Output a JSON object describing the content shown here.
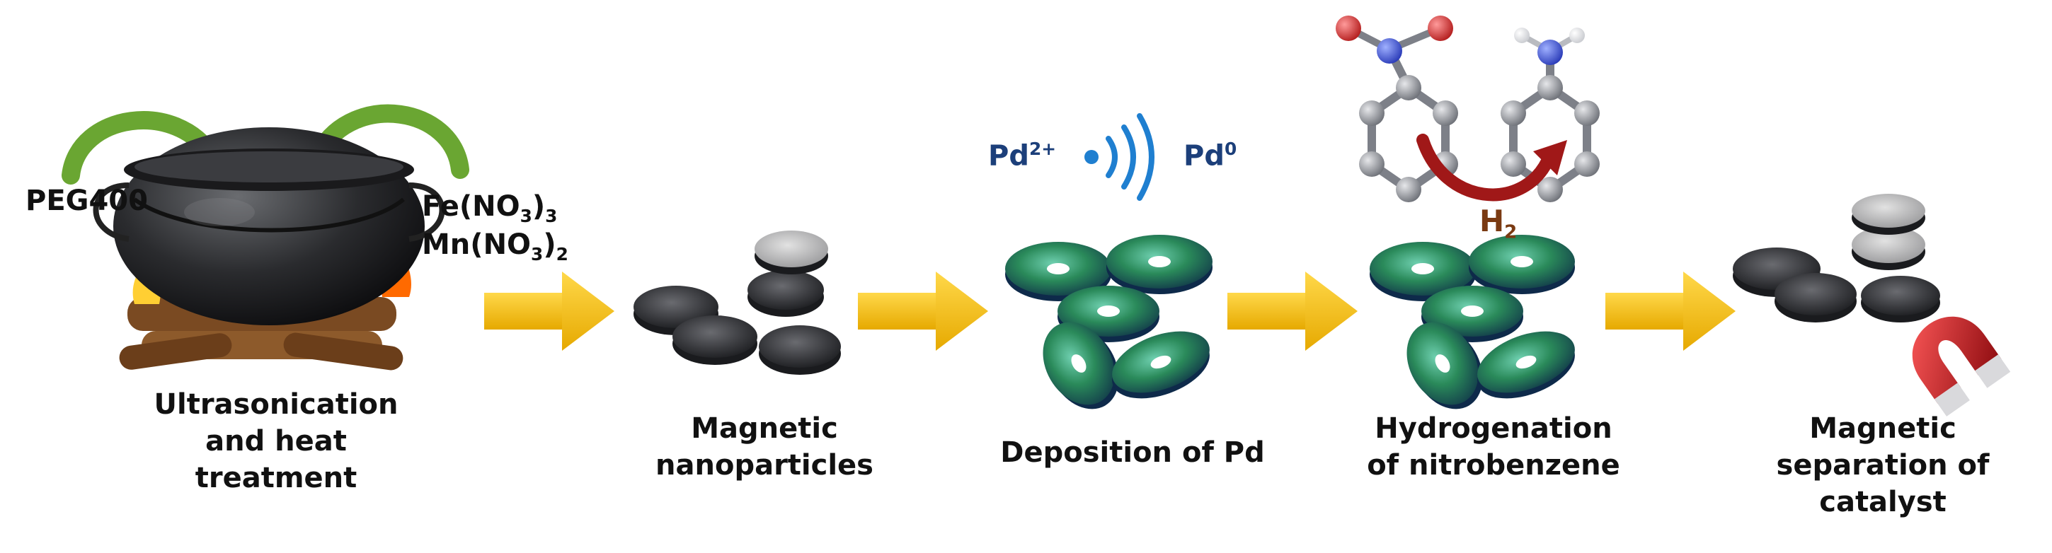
{
  "steps": [
    {
      "lines": [
        "Ultrasonication",
        "and heat",
        "treatment"
      ]
    },
    {
      "lines": [
        "Magnetic",
        "nanoparticles"
      ]
    },
    {
      "lines": [
        "Deposition of Pd"
      ]
    },
    {
      "lines": [
        "Hydrogenation",
        "of nitrobenzene"
      ]
    },
    {
      "lines": [
        "Magnetic",
        "separation of",
        "catalyst"
      ]
    }
  ],
  "reagents": {
    "peg": "PEG400",
    "fe": {
      "base": "Fe(NO",
      "sub1": "3",
      "mid": ")",
      "sub2": "3"
    },
    "mn": {
      "base": "Mn(NO",
      "sub1": "3",
      "mid": ")",
      "sub2": "2"
    }
  },
  "pd": {
    "ion": "Pd",
    "ion_sup": "2+",
    "metal": "Pd",
    "metal_sup": "0"
  },
  "hydrogen": {
    "base": "H",
    "sub": "2"
  },
  "colors": {
    "arrow_yellow": "#f5c518",
    "curve_green": "#6aa632",
    "pd_blue": "#1c3f7a",
    "wave_blue": "#1f7fd0",
    "h2_brown": "#7a3a12",
    "reaction_arrow": "#a01818",
    "nitrogen": "#3a4fcf",
    "oxygen": "#d63a3a",
    "carbon": "#8f9299",
    "disc_gray": "#3e3f43",
    "disc_green": "#2a8a5a",
    "magnet_red": "#c8161d"
  },
  "icons": [
    "cooking-pot-icon",
    "fire-icon",
    "magnetic-disc-icon",
    "pd-coated-disc-icon",
    "signal-wave-icon",
    "nitrobenzene-molecule-icon",
    "aniline-molecule-icon",
    "magnet-icon"
  ]
}
